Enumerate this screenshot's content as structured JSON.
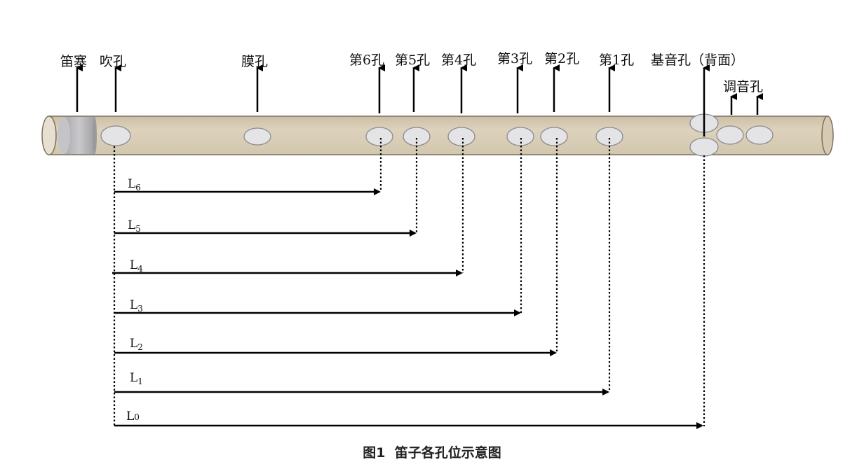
{
  "labels": {
    "plug": "笛塞",
    "blow": "吹孔",
    "membrane": "膜孔",
    "h6": "第6孔",
    "h5": "第5孔",
    "h4": "第4孔",
    "h3": "第3孔",
    "h2": "第2孔",
    "h1": "第1孔",
    "base": "基音孔（背面）",
    "tuning": "调音孔"
  },
  "distances": [
    {
      "main": "L",
      "sub": "6"
    },
    {
      "main": "L",
      "sub": "5"
    },
    {
      "main": "L",
      "sub": "4"
    },
    {
      "main": "L",
      "sub": "3"
    },
    {
      "main": "L",
      "sub": "2"
    },
    {
      "main": "L",
      "sub": "1"
    },
    {
      "main": "L",
      "sub": "0"
    }
  ],
  "caption": "图1  笛子各孔位示意图",
  "colors": {
    "tube": "#d8ccb4",
    "tube_stroke": "#7a7260",
    "hole_fill": "#e4e4e6",
    "hole_stroke": "#8a8a90",
    "plug": "#bdbdc0",
    "line": "#000000"
  }
}
